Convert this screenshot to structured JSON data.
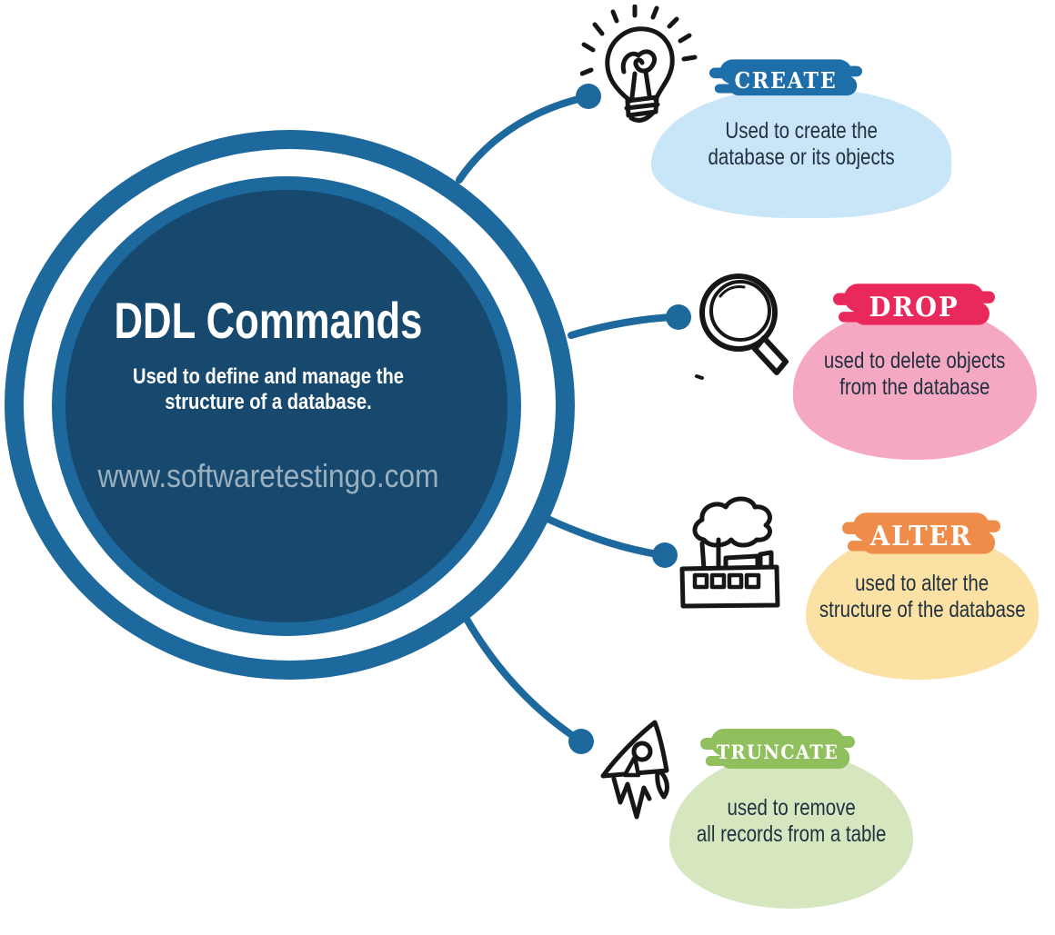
{
  "page": {
    "background": "#ffffff"
  },
  "center": {
    "title": "DDL Commands",
    "subtitle_line1": "Used to define and manage the",
    "subtitle_line2": "structure of a database.",
    "website": "www.softwaretestingo.com",
    "ring_color": "#1d689c",
    "disc_color": "#16496d",
    "title_color": "#ffffff",
    "website_color": "#9bb0bf"
  },
  "connector_color": "#1d689c",
  "description_text_color": "#22313f",
  "branches": [
    {
      "label": "CREATE",
      "icon": "lightbulb-icon",
      "badge_color": "#1e6fa9",
      "blob_color": "#c9e6f8",
      "desc_line1": "Used to create the",
      "desc_line2": "database or its objects"
    },
    {
      "label": "DROP",
      "icon": "magnifying-glass-icon",
      "badge_color": "#e9295b",
      "blob_color": "#f5a8c2",
      "desc_line1": "used to delete objects",
      "desc_line2": "from the database"
    },
    {
      "label": "ALTER",
      "icon": "factory-icon",
      "badge_color": "#f08c4a",
      "blob_color": "#fbe2a4",
      "desc_line1": "used to alter the",
      "desc_line2": "structure of the database"
    },
    {
      "label": "TRUNCATE",
      "icon": "rocket-icon",
      "badge_color": "#90c05e",
      "blob_color": "#d6e7c0",
      "desc_line1": "used to remove",
      "desc_line2": "all records from a table"
    }
  ]
}
